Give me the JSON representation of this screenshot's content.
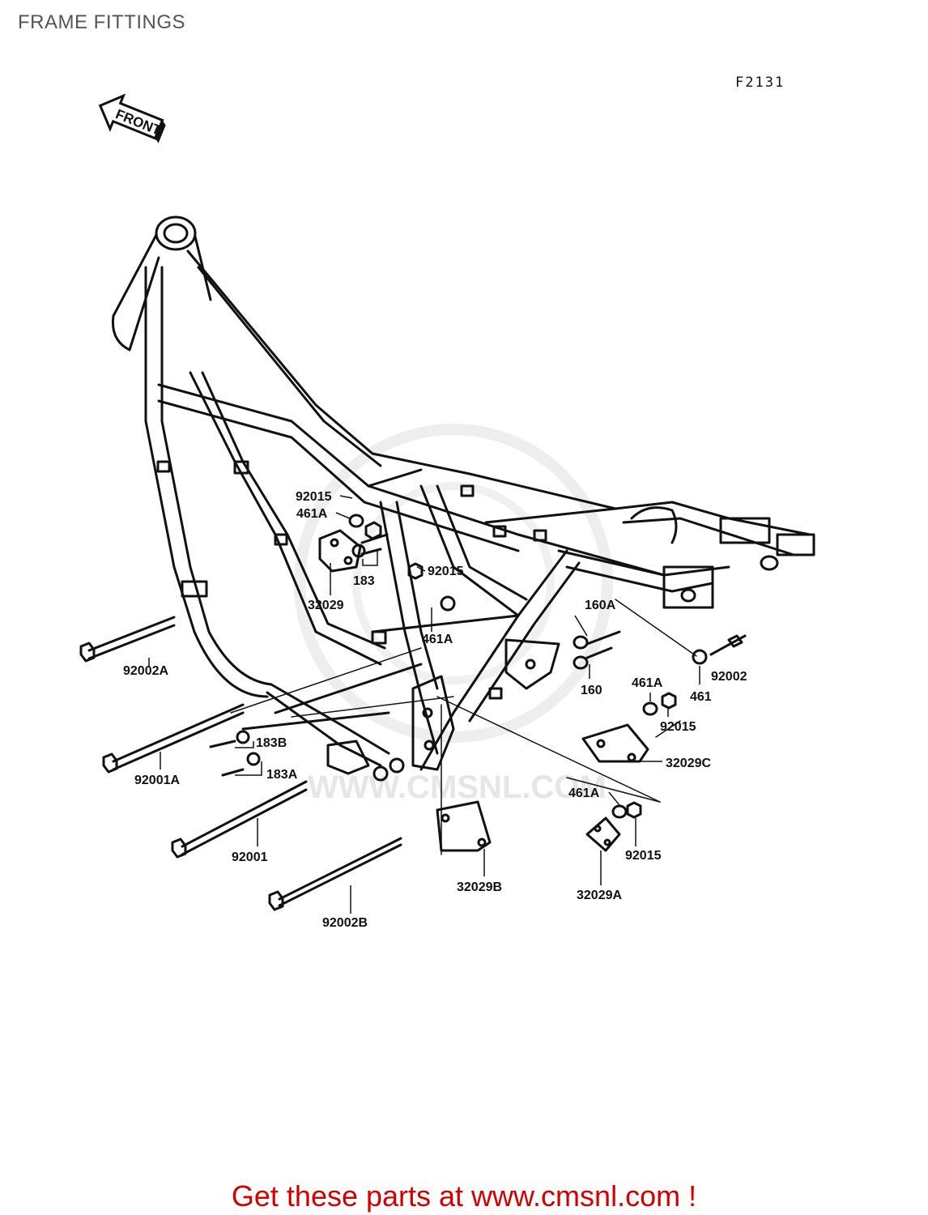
{
  "header": {
    "title": "FRAME FITTINGS",
    "diagram_code": "F2131"
  },
  "front_arrow": {
    "label": "FRONT"
  },
  "watermark": {
    "text": "WWW.CMSNL.COM"
  },
  "callouts": {
    "c92015_top": "92015",
    "c461A_top": "461A",
    "c183": "183",
    "c32029": "32029",
    "c92015_mid": "92015",
    "c461A_mid": "461A",
    "c160A": "160A",
    "c160": "160",
    "c92002": "92002",
    "c461": "461",
    "c461A_right": "461A",
    "c92015_right": "92015",
    "c32029C": "32029C",
    "c92002A": "92002A",
    "c183B": "183B",
    "c183A": "183A",
    "c92001A": "92001A",
    "c92001": "92001",
    "c461A_low": "461A",
    "c92015_low": "92015",
    "c32029B": "32029B",
    "c32029A": "32029A",
    "c92002B": "92002B"
  },
  "footer": {
    "link_text": "Get these parts at www.cmsnl.com !"
  },
  "colors": {
    "link": "#d40000",
    "title": "#555555",
    "ink": "#111111"
  }
}
